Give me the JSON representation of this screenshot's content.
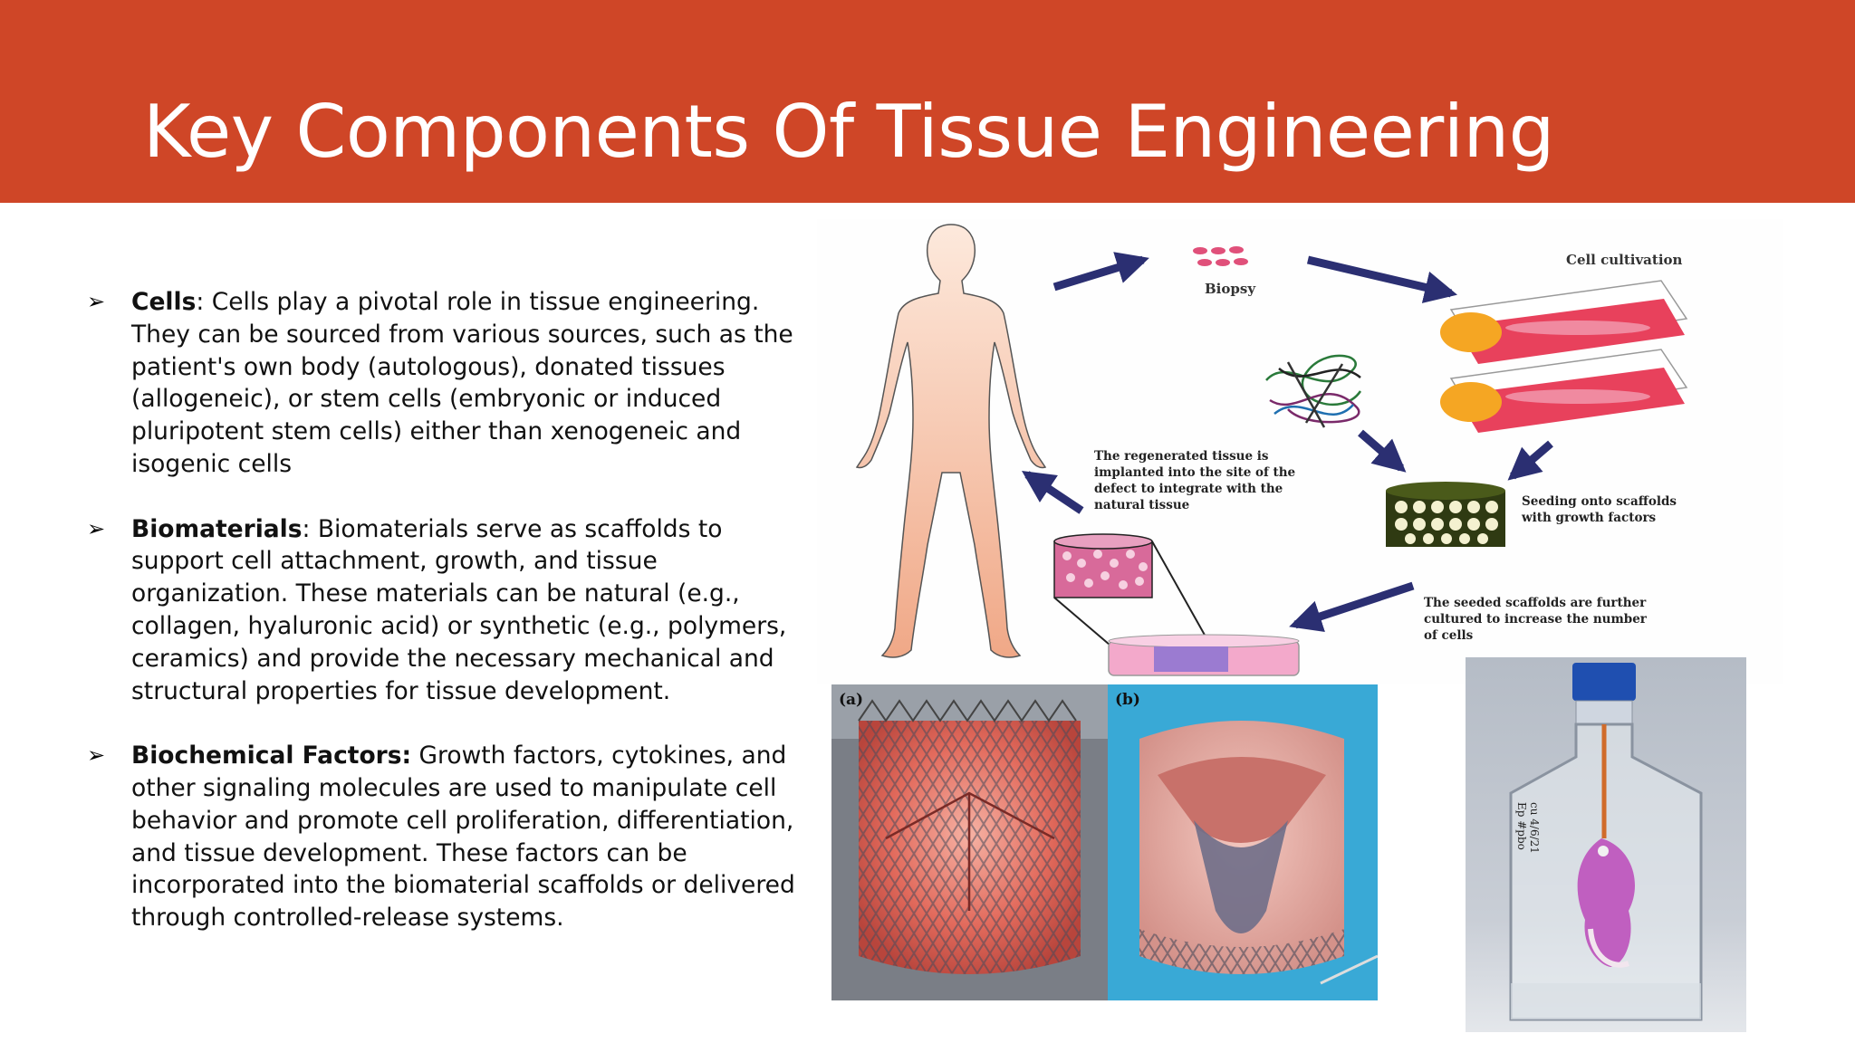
{
  "slide": {
    "title": "Key Components Of Tissue Engineering",
    "bullets": [
      {
        "term": "Cells",
        "sep": ":",
        "text": " Cells play a pivotal role in tissue engineering. They can be sourced from various sources, such as the patient's own body (autologous), donated tissues (allogeneic), or stem cells (embryonic or induced pluripotent stem cells) either than xenogeneic and isogenic cells"
      },
      {
        "term": "Biomaterials",
        "sep": ":",
        "text": " Biomaterials serve as scaffolds to support cell attachment, growth, and tissue organization. These materials can be natural (e.g., collagen, hyaluronic acid) or synthetic (e.g., polymers, ceramics) and provide the necessary mechanical and structural properties for tissue development."
      },
      {
        "term": "Biochemical Factors:",
        "sep": "",
        "text": " Growth factors, cytokines, and other signaling molecules are used to manipulate cell behavior and promote cell proliferation, differentiation, and tissue development. These factors can be incorporated into the biomaterial scaffolds or delivered through controlled-release systems."
      }
    ],
    "bullet_marker": "➢"
  },
  "diagram": {
    "labels": {
      "biopsy": "Biopsy",
      "cell_cultivation": "Cell cultivation",
      "regenerated": [
        "The regenerated tissue is",
        "implanted into the site of the",
        "defect to integrate with the",
        "natural tissue"
      ],
      "seeding": [
        "Seeding onto scaffolds",
        "with growth factors"
      ],
      "seeded": [
        "The seeded scaffolds are further",
        "cultured to increase the number",
        "of cells"
      ]
    }
  },
  "valves": {
    "label_a": "(a)",
    "label_b": "(b)"
  },
  "flask": {
    "label_lines": [
      "Ep #pbo",
      "cu 4/6/21"
    ]
  },
  "colors": {
    "header": "#cf4627",
    "title_text": "#ffffff",
    "body_text": "#111111",
    "arrow": "#2b2f72"
  }
}
